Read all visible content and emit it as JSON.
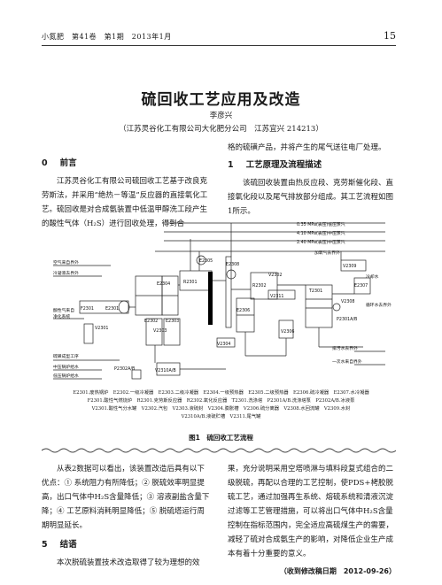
{
  "header": {
    "journal": "小氮肥　第41卷　第1期　2013年1月",
    "page": "15"
  },
  "title": "硫回收工艺应用及改造",
  "author": "李彦兴",
  "affiliation": "（江苏灵谷化工有限公司大化肥分公司　江苏宜兴 214213）",
  "sections": {
    "intro_head_num": "0",
    "intro_head": "前言",
    "intro_text": "江苏灵谷化工有限公司硫回收工艺基于改良克劳斯法，并采用“绝热－等温”反应器的直接氧化工艺。硫回收是对合成氨装置中低温甲醇洗工段产生的酸性气体（H₂S）进行回收处理，得到合",
    "right_top_text": "格的硫磺产品，并将产生的尾气送往电厂处理。",
    "sec1_num": "1",
    "sec1_head": "工艺原理及流程描述",
    "sec1_text": "该硫回收装置由热反应段、克劳斯催化段、直接氧化段以及尾气排放部分组成。其工艺流程如图1所示。",
    "bottom_left_text": "从表2数据可以看出，该装置改造后具有以下优点：① 系统阻力有所降低；② 脱硫效率明显提高，出口气体中H₂S含量降低；③ 溶液副盐含量下降；④ 工艺原料消耗明显降低；⑤ 脱硫塔运行周期明显延长。",
    "sec5_num": "5",
    "sec5_head": "结语",
    "sec5_text": "本次脱硫装置技术改造取得了较为理想的效",
    "bottom_right_text": "果，充分说明采用空塔喷淋与填料段复式组合的二级脱硫，再配以合理的工艺控制，使PDS+栲胶脱硫工艺，通过加强再生系统、熔硫系统和清液沉淀过滤等工艺管理措施，可以将出口气体中H₂S含量控制在指标范围内，完全适应高硫煤生产的需要，减轻了硫对合成氨生产的影响，对降低企业生产成本有着十分重要的意义。",
    "received": "（收到修改稿日期　2012-09-26）"
  },
  "figure": {
    "caption": "图1　硫回收工艺流程",
    "legend": [
      "E2301.废热锅炉　E2302.一级冷凝器　E2303.二级冷凝器　E2304.一级预热器　E2305.二级预热器　E2306.硫冷凝器　E2307.水冷凝器",
      "F2301.酸性气燃烧炉　R2301.克劳斯反应器　R2302.氧化反应器　T2301.洗涤塔　P2301A/B.洗涤塔泵　P2302A/B.冰液泵",
      "V2301.酸性气分水罐　V2302.汽包　V2303.液硫封　V2304.膨胀槽　V2306.硫分离器　V2308.水回流罐　V2309.水封",
      "V2310A/B.液硫贮槽　V2311.尾气罐"
    ],
    "labels": {
      "steam1": "0.35 MPa(表压)低压蒸汽",
      "steam2": "4.10 MPa(表压)中压蒸汽",
      "steam3": "2.40 MPa(表压)中压蒸汽",
      "plant_air_out": "加氧气去界外",
      "air_in": "空气来自界外",
      "cond_in": "冷凝液去界外",
      "acid_gas": "酸性气来自",
      "acid_gas2": "净化系统",
      "boiler_water": "硫磺成型工序",
      "bw2": "中压锅炉给水",
      "bw3": "低压锅炉给水",
      "cool_water": "冷却水",
      "cw_back": "循环水去界外",
      "tail1": "排污水去界外",
      "tail2": "一次水来自界外",
      "e2308": "E2308",
      "e2304": "E2304",
      "e2301": "E2301",
      "e2302": "E2302",
      "e2303": "E2303",
      "e2305": "E2305",
      "e2306": "E2306",
      "e2307": "E2307",
      "f2301": "F2301",
      "r2301": "R2301",
      "r2302": "R2302",
      "v2301": "V2301",
      "v2302": "V2302",
      "v2303": "V2303",
      "v2304": "V2304",
      "v2306": "V2306",
      "v2308": "V2308",
      "v2309": "V2309",
      "v2310": "V2310A/B",
      "v2311": "V2311",
      "t2301": "T2301",
      "p2301": "P2301A/B",
      "p2302": "P2302A/B",
      "tail_chimney": "尾气去锅炉"
    }
  }
}
